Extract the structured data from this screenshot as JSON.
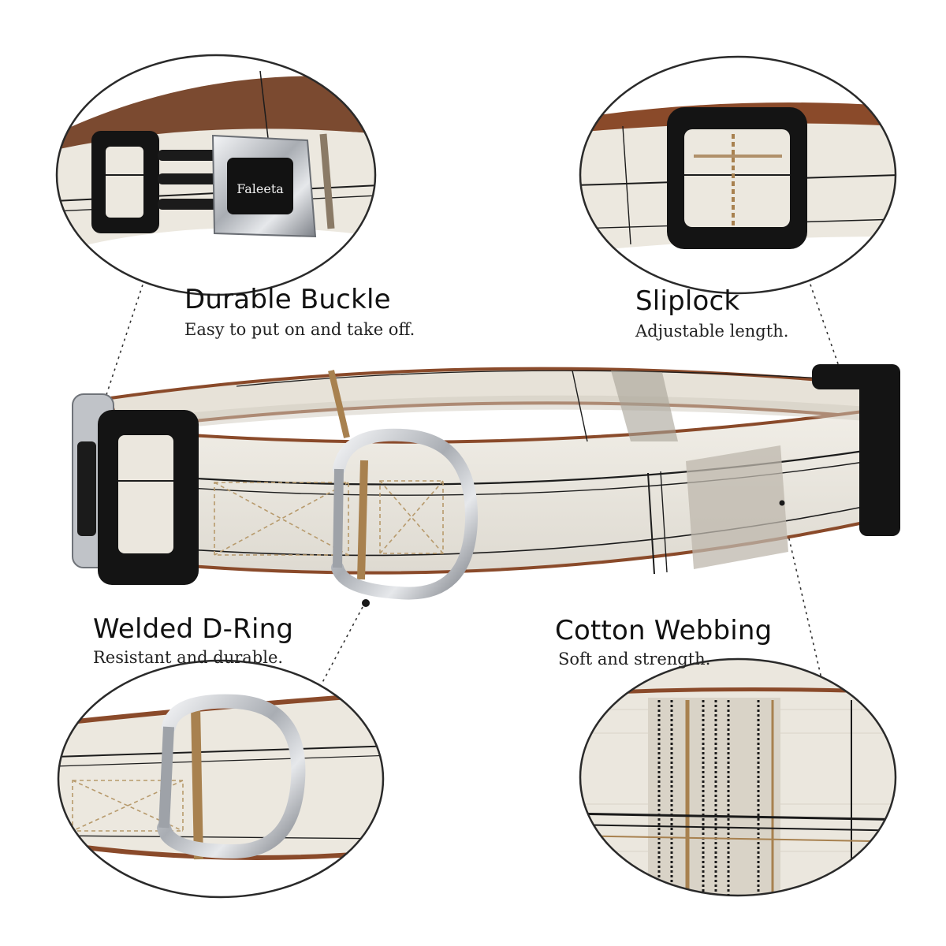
{
  "brand_text": "Faleeta",
  "features": [
    {
      "title": "Durable Buckle",
      "description": "Easy to put on and take off."
    },
    {
      "title": "Sliplock",
      "description": "Adjustable length."
    },
    {
      "title": "Welded D-Ring",
      "description": "Resistant and durable."
    },
    {
      "title": "Cotton Webbing",
      "description": "Soft and strength."
    }
  ],
  "colors": {
    "fabric": "#ece8df",
    "stripe_dark": "#1c1c1c",
    "stripe_tan": "#a8814f",
    "binding": "#8a4a2a",
    "hardware_black": "#141414",
    "metal": "#c9ccd1"
  }
}
